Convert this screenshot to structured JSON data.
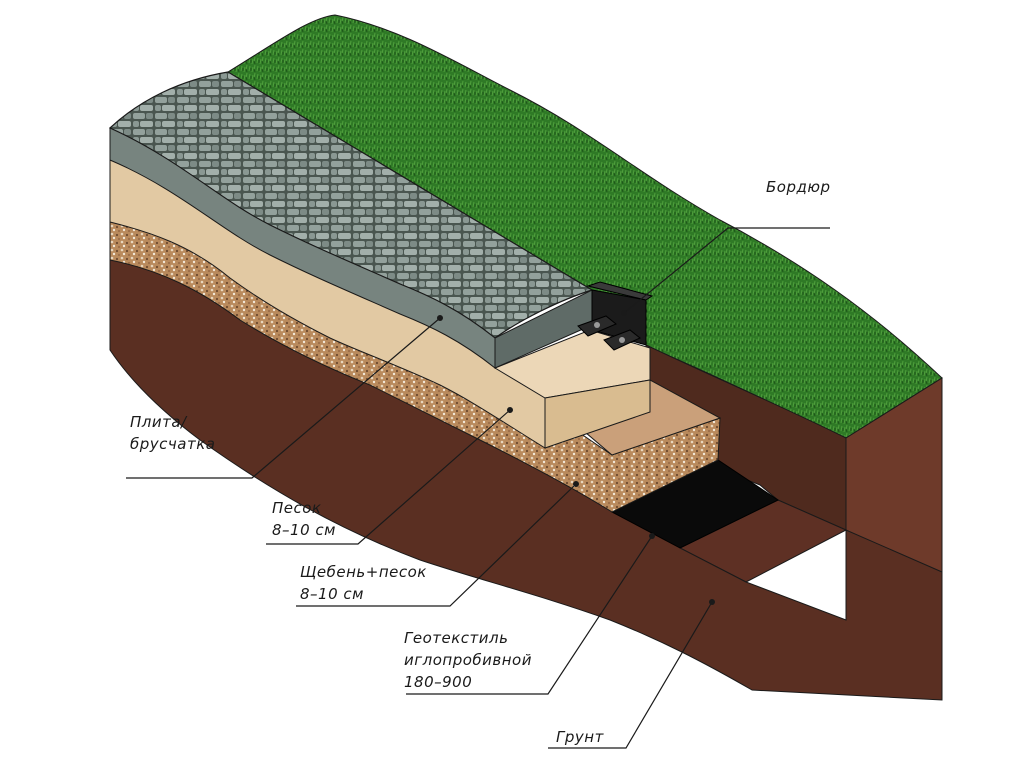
{
  "labels": {
    "curb": "Бордюр",
    "tile_line1": "Плита/",
    "tile_line2": "брусчатка",
    "sand_line1": "Песок",
    "sand_line2": "8–10 см",
    "gravel_line1": "Щебень+песок",
    "gravel_line2": "8–10 см",
    "geo_line1": "Геотекстиль",
    "geo_line2": "иглопробивной",
    "geo_line3": "180–900",
    "soil": "Грунт"
  },
  "colors": {
    "grass": "#2f7a26",
    "soil": "#5a2f22",
    "sand": "#e2c9a3",
    "gravel": "#b98a5c",
    "paving": "#7c8a86",
    "geotextile": "#0a0a0a",
    "curb": "#1b1b1b"
  }
}
